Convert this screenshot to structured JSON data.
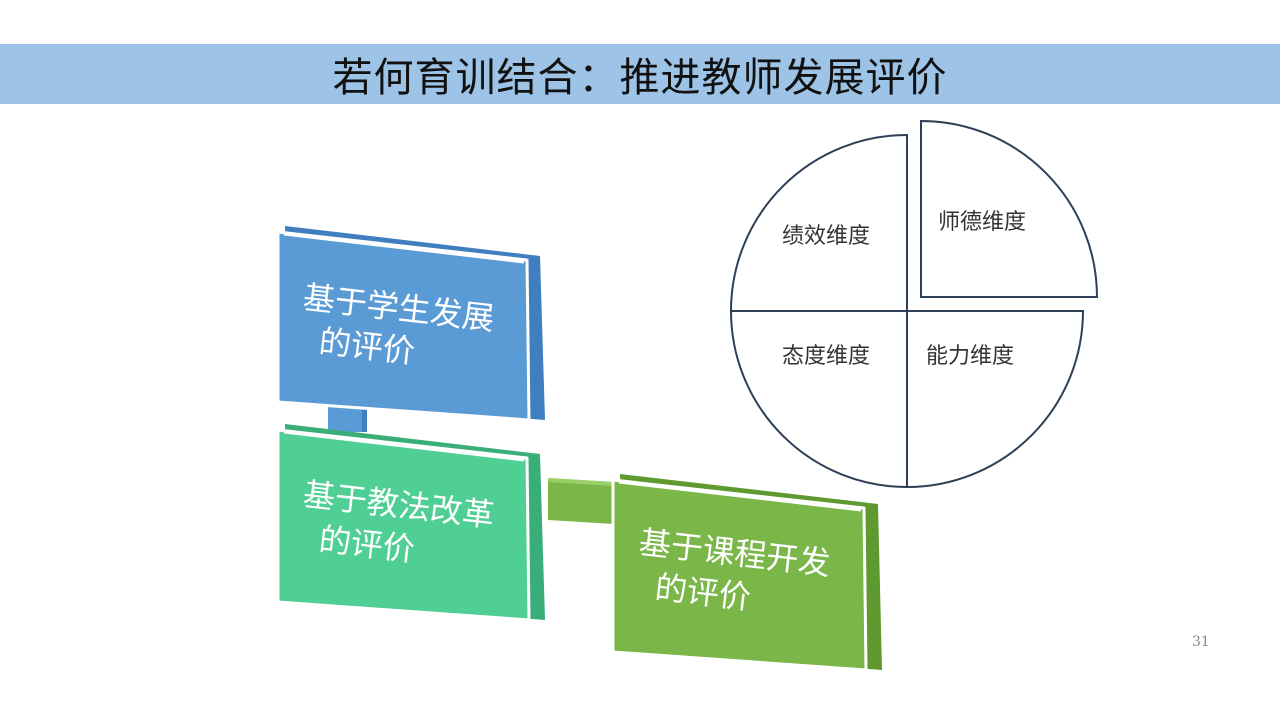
{
  "title": "若何育训结合：推进教师发展评价",
  "boxes": [
    {
      "line1": "基于学生发展",
      "line2": "的评价"
    },
    {
      "line1": "基于教法改革",
      "line2": "的评价"
    },
    {
      "line1": "基于课程开发",
      "line2": "的评价"
    }
  ],
  "pie": {
    "segments": [
      {
        "label": "绩效维度"
      },
      {
        "label": "师德维度"
      },
      {
        "label": "态度维度"
      },
      {
        "label": "能力维度"
      }
    ]
  },
  "colors": {
    "title_bar": "#9dc3e6",
    "box_blue": "#5b9bd5",
    "box_teal": "#4fcf93",
    "box_green": "#7ab648",
    "pie_stroke": "#2e4057"
  },
  "page_number": "31"
}
